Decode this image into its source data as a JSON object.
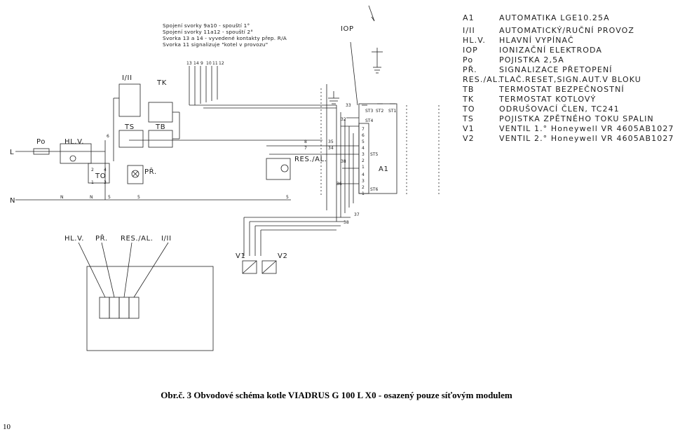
{
  "notes": [
    "Spojení svorky 9a10 - spouští 1°",
    "Spojení svorky 11a12 - spouští 2°",
    "Svorka 13 a 14 - vyvedené kontakty přep. R/A",
    "Svorka 11 signalizuje \"kotel v provozu\""
  ],
  "legend": [
    {
      "code": "A1",
      "desc": "AUTOMATIKA LGE10.25A"
    },
    {
      "code": "I/II",
      "desc": "AUTOMATICKÝ/RUČNÍ PROVOZ"
    },
    {
      "code": "HL.V.",
      "desc": "HLAVNÍ VYPÍNAČ"
    },
    {
      "code": "IOP",
      "desc": "IONIZAČNÍ ELEKTRODA"
    },
    {
      "code": "Po",
      "desc": "POJISTKA 2,5A"
    },
    {
      "code": "PŘ.",
      "desc": "SIGNALIZACE PŘETOPENÍ"
    },
    {
      "code": "RES./AL.",
      "desc": "TLAČ.RESET,SIGN.AUT.V BLOKU"
    },
    {
      "code": "TB",
      "desc": "TERMOSTAT BEZPEČNOSTNÍ"
    },
    {
      "code": "TK",
      "desc": "TERMOSTAT KOTLOVÝ"
    },
    {
      "code": "TO",
      "desc": "ODRUŠOVACÍ ČLEN, TC241"
    },
    {
      "code": "TS",
      "desc": "POJISTKA ZPĚTNÉHO TOKU SPALIN"
    },
    {
      "code": "V1",
      "desc": "VENTIL 1.° Honeywell VR 4605AB1027"
    },
    {
      "code": "V2",
      "desc": "VENTIL 2.° Honeywell VR 4605AB1027"
    }
  ],
  "components": {
    "I_II": "I/II",
    "TK": "TK",
    "TS": "TS",
    "TB": "TB",
    "Po": "Po",
    "HLV": "HL.V.",
    "TO": "TO",
    "PR": "PŘ.",
    "RESAL": "RES./AL.",
    "IOP": "IOP",
    "A1": "A1",
    "L": "L",
    "N": "N",
    "V1": "V1",
    "V2": "V2",
    "ST1": "ST1",
    "ST2": "ST2",
    "ST3": "ST3",
    "ST4": "ST4",
    "ST5": "ST5",
    "ST6": "ST6"
  },
  "bottom_labels": [
    "HL.V.",
    "PŘ.",
    "RES./AL.",
    "I/II"
  ],
  "terminal_top": [
    "13",
    "14",
    "9",
    "10",
    "11",
    "12"
  ],
  "numbers": {
    "n6": "6",
    "n8": "8",
    "n7": "7",
    "n35": "35",
    "n34": "34",
    "n33": "33",
    "n32": "32",
    "n38": "38",
    "n36": "36",
    "n37": "37",
    "n38b": "38",
    "n5a": "5",
    "n5b": "5",
    "n5c": "5",
    "nNa": "N",
    "nNb": "N",
    "n4": "4",
    "n2": "2",
    "n1": "1",
    "n3": "3"
  },
  "a1_pins": [
    "7",
    "6",
    "5",
    "4",
    "3",
    "2",
    "1",
    "4",
    "3",
    "2",
    "1"
  ],
  "caption": "Obr.č. 3 Obvodové schéma kotle VIADRUS G 100 L X0 - osazený pouze síťovým modulem",
  "page_number": "10"
}
